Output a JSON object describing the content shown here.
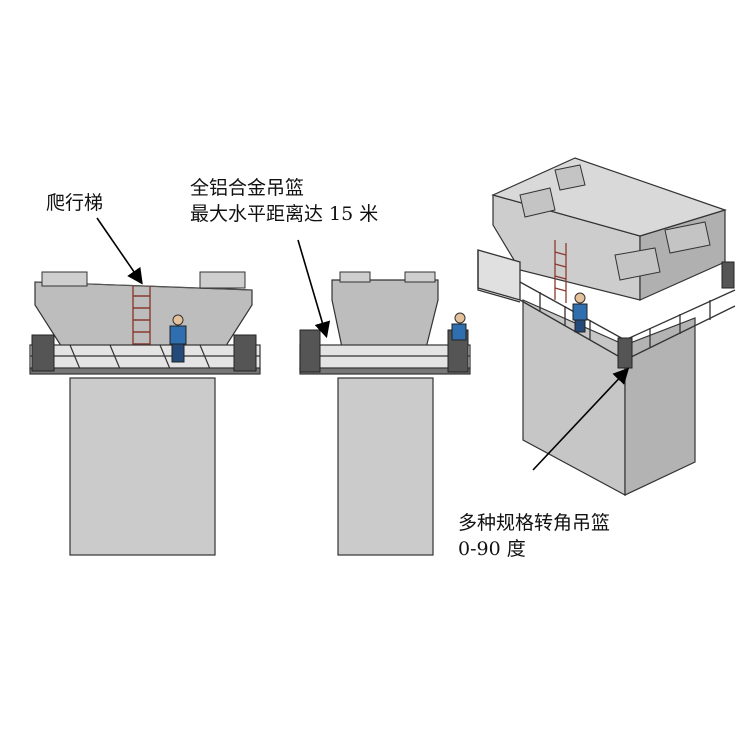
{
  "labels": {
    "ladder": "爬行梯",
    "aluminum_line1": "全铝合金吊篮",
    "aluminum_line2": "最大水平距离达 15 米",
    "corner_line1": "多种规格转角吊篮",
    "corner_line2": "0-90 度"
  },
  "colors": {
    "pier": "#cbcbcb",
    "pier_top": "#b9b9b9",
    "outline": "#333333",
    "rail": "#dcdcdc",
    "ladder": "#8a3b2f",
    "worker_shirt": "#2f6fb0",
    "worker_pants": "#234a78"
  }
}
